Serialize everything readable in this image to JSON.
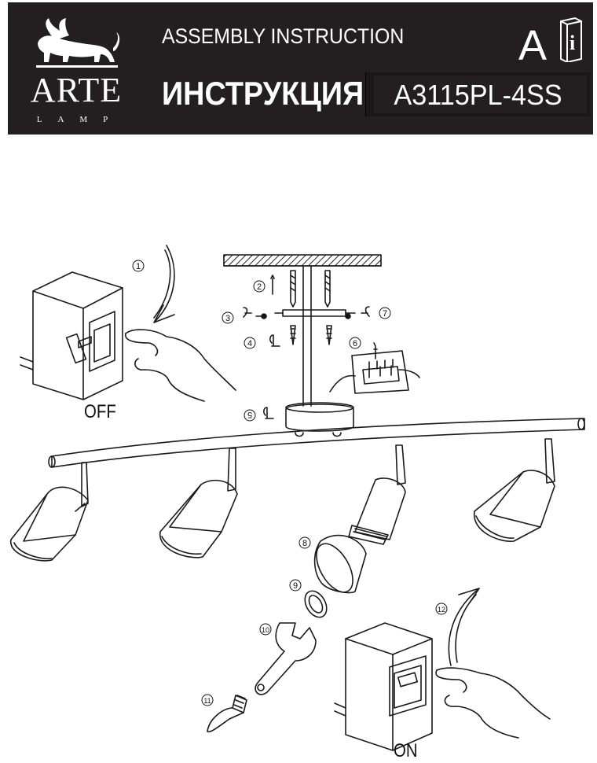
{
  "brand": {
    "name": "ARTE",
    "sub": "LAMP",
    "logo_icon": "winged-lion-logo-icon"
  },
  "header": {
    "title_en": "ASSEMBLY INSTRUCTION",
    "title_ru": "ИНСТРУКЦИЯ",
    "lang_letter": "A",
    "info_icon_text": "i",
    "model": "A3115PL-4SS"
  },
  "diagram": {
    "switch_off_label": "OFF",
    "switch_on_label": "ON",
    "steps": [
      "1",
      "2",
      "3",
      "4",
      "5",
      "6",
      "7",
      "8",
      "9",
      "10",
      "11",
      "12"
    ]
  },
  "colors": {
    "header_bg": "#231f20",
    "line": "#1a1a1a"
  }
}
